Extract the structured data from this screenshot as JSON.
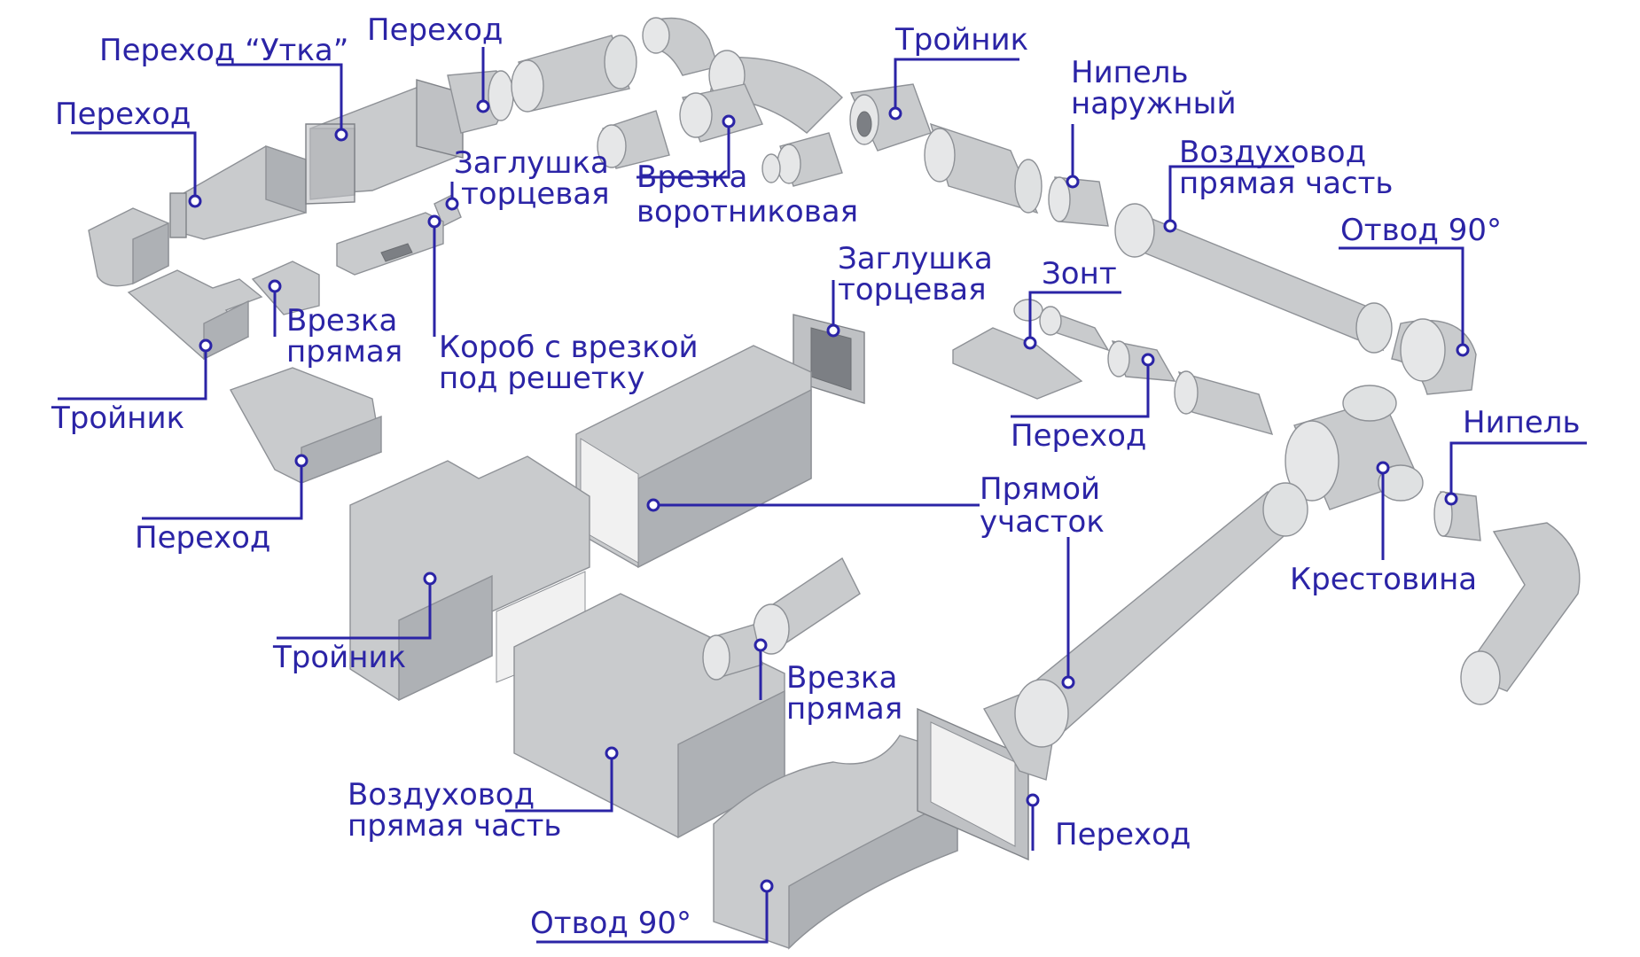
{
  "diagram": {
    "accent_color": "#2b24a6",
    "labels": {
      "perehod_utka": "Переход “Утка”",
      "perehod_top": "Переход",
      "perehod_left": "Переход",
      "zaglushka_top_line1": "Заглушка",
      "zaglushka_top_line2": "торцевая",
      "vrezka_vorotnik_line1": "Врезка",
      "vrezka_vorotnik_line2": "воротниковая",
      "troynik_top": "Тройник",
      "nipel_naruzhny_line1": "Нипель",
      "nipel_naruzhny_line2": "наружный",
      "vozduhovod_top_line1": "Воздуховод",
      "vozduhovod_top_line2": "прямая часть",
      "otvod_right": "Отвод 90°",
      "zaglushka_mid_line1": "Заглушка",
      "zaglushka_mid_line2": "торцевая",
      "zont": "Зонт",
      "vrezka_left_line1": "Врезка",
      "vrezka_left_line2": "прямая",
      "korob_line1": "Короб с врезкой",
      "korob_line2": "под решетку",
      "troynik_left": "Тройник",
      "perehod_mid": "Переход",
      "nipel_right": "Нипель",
      "perehod_left_low": "Переход",
      "pryamoy_line1": "Прямой",
      "pryamoy_line2": "участок",
      "krestovina": "Крестовина",
      "troynik_bottom": "Тройник",
      "vrezka_bottom_line1": "Врезка",
      "vrezka_bottom_line2": "прямая",
      "vozduhovod_bottom_line1": "Воздуховод",
      "vozduhovod_bottom_line2": "прямая часть",
      "perehod_bottom": "Переход",
      "otvod_bottom": "Отвод 90°"
    }
  }
}
